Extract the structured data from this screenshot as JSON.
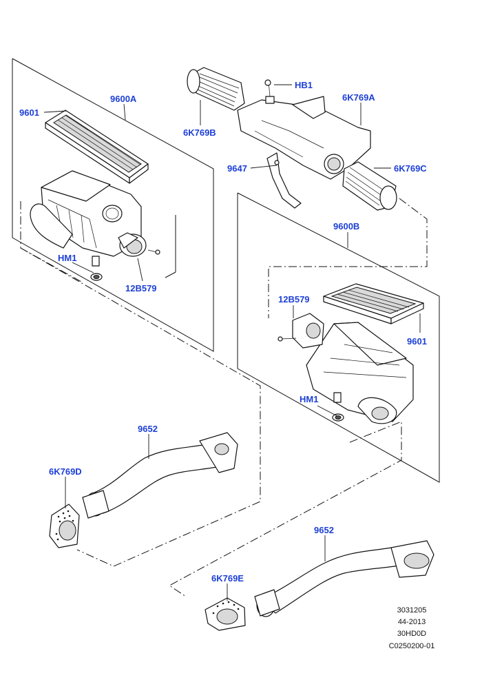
{
  "callouts": {
    "c_9601_top": "9601",
    "c_9600A": "9600A",
    "c_HM1_left": "HM1",
    "c_12B579_left": "12B579",
    "c_HB1": "HB1",
    "c_6K769A": "6K769A",
    "c_6K769B": "6K769B",
    "c_6K769C": "6K769C",
    "c_9647": "9647",
    "c_9600B": "9600B",
    "c_12B579_right": "12B579",
    "c_9601_right": "9601",
    "c_HM1_right": "HM1",
    "c_9652_top": "9652",
    "c_6K769D": "6K769D",
    "c_9652_bottom": "9652",
    "c_6K769E": "6K769E"
  },
  "reference": {
    "line1": "3031205",
    "line2": "44-2013",
    "line3": "30HD0D",
    "line4": "C0250200-01"
  },
  "colors": {
    "callout_text": "#1c3fd6",
    "line": "#111111",
    "background": "#ffffff"
  }
}
